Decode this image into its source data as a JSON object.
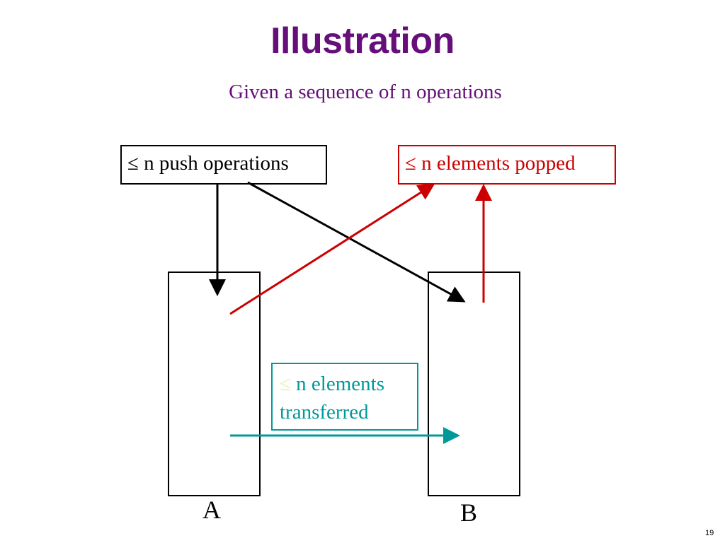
{
  "title": "Illustration",
  "subtitle": "Given a sequence of n operations",
  "boxes": {
    "push": "≤ n push operations",
    "popped": "≤ n elements popped",
    "transfer_symbol": "≤",
    "transfer_line1": " n elements",
    "transfer_line2": "transferred"
  },
  "stacks": {
    "a_label": "A",
    "b_label": "B"
  },
  "page_number": "19",
  "colors": {
    "title": "#660e7a",
    "push": "#000000",
    "popped": "#cc0000",
    "transfer": "#009999"
  }
}
